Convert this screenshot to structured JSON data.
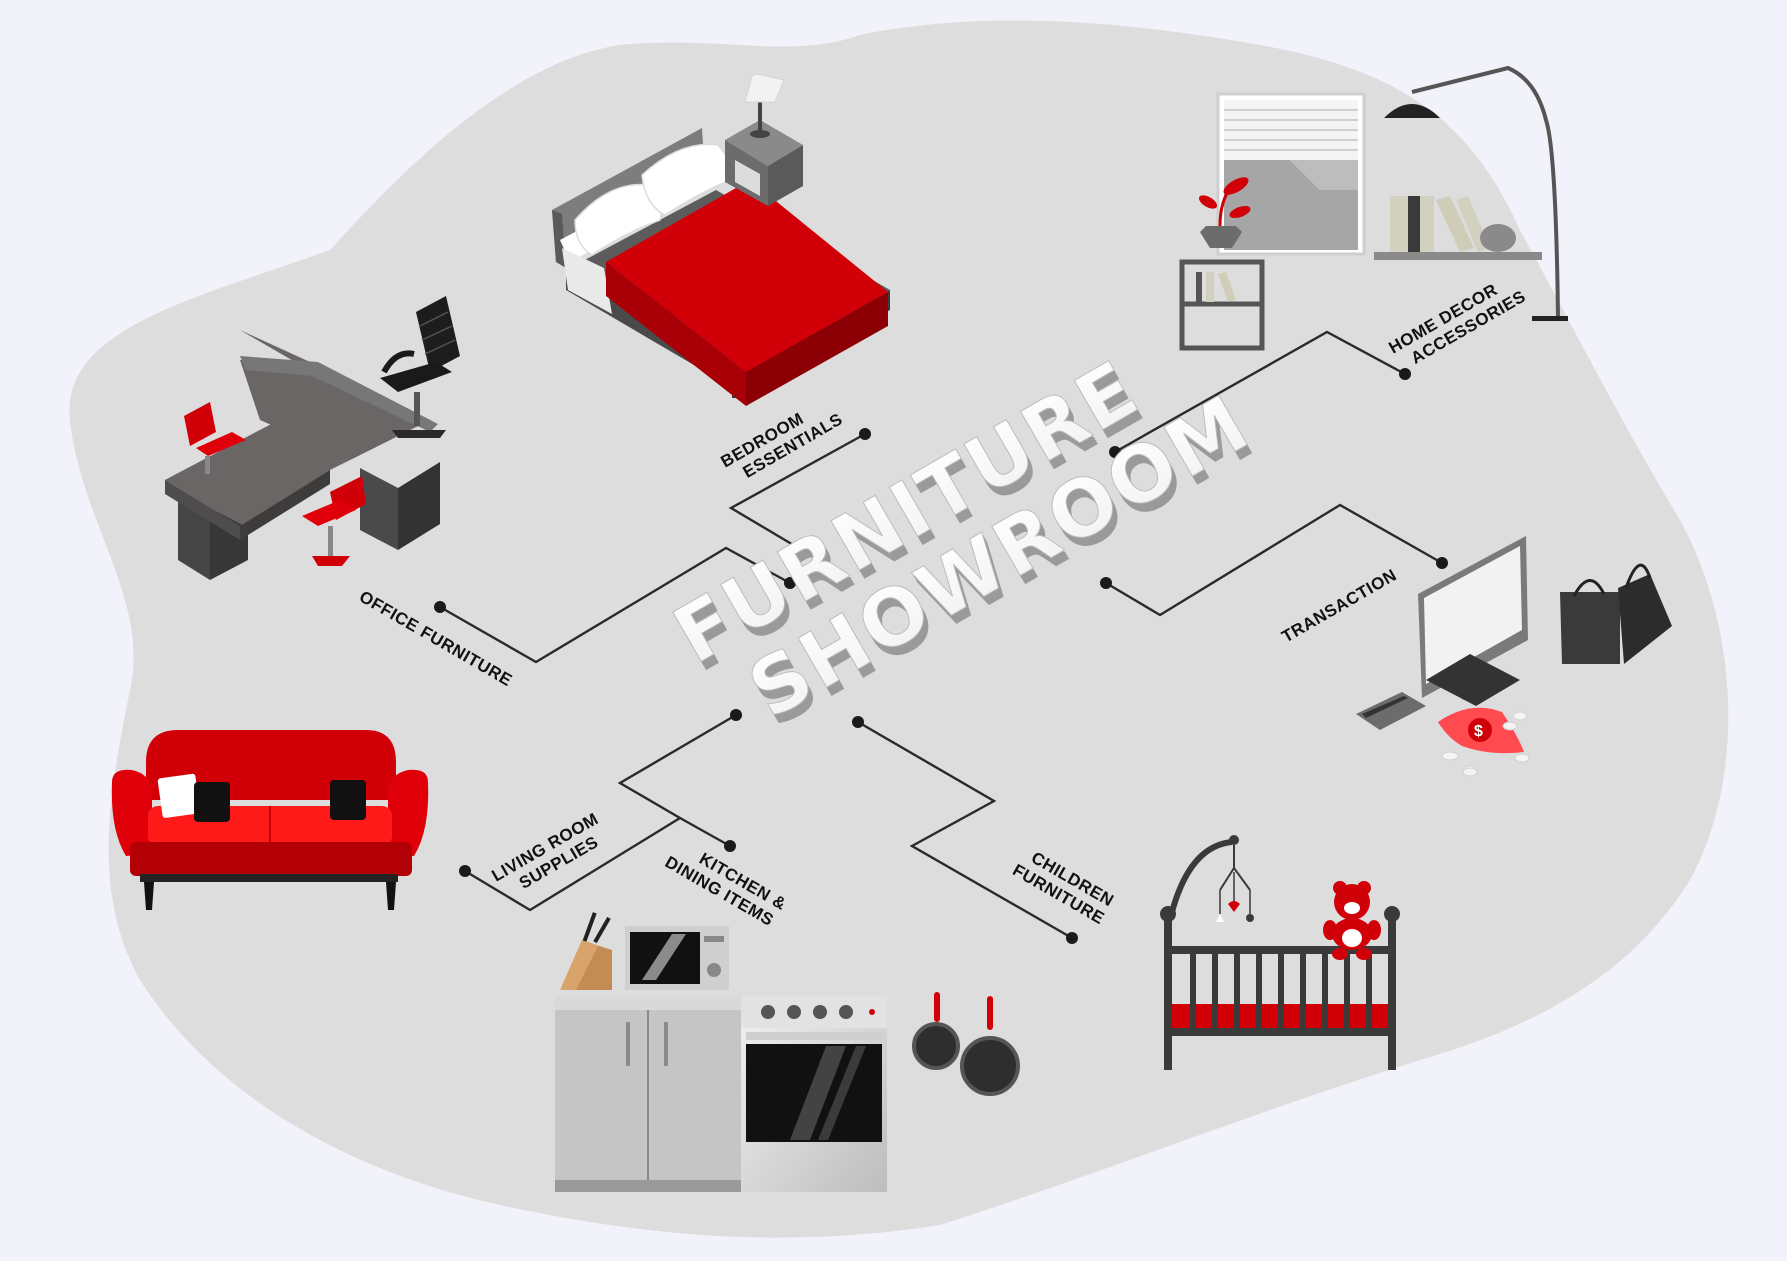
{
  "title": {
    "line1": "FURNITURE",
    "line2": "SHOWROOM"
  },
  "categories": {
    "bedroom": {
      "line1": "BEDROOM",
      "line2": "ESSENTIALS"
    },
    "home_decor": {
      "line1": "HOME DECOR",
      "line2": "ACCESSORIES"
    },
    "office": {
      "line1": "OFFICE FURNITURE"
    },
    "transaction": {
      "line1": "TRANSACTION"
    },
    "living_room": {
      "line1": "LIVING ROOM",
      "line2": "SUPPLIES"
    },
    "kitchen": {
      "line1": "KITCHEN &",
      "line2": "DINING ITEMS"
    },
    "children": {
      "line1": "CHILDREN",
      "line2": "FURNITURE"
    }
  },
  "icons": {
    "bed": "bed-icon",
    "lamp": "nightstand-lamp-icon",
    "desk": "office-desk-icon",
    "chair": "office-chair-icon",
    "shelf": "home-decor-shelf-icon",
    "floor_lamp": "floor-lamp-icon",
    "monitor": "computer-monitor-icon",
    "bags": "shopping-bags-icon",
    "card": "credit-card-icon",
    "money": "money-icon",
    "sofa": "sofa-icon",
    "kitchen": "kitchen-set-icon",
    "crib": "baby-crib-icon",
    "teddy": "teddy-bear-icon"
  },
  "colors": {
    "background": "#f1f2fa",
    "blob": "#dedddd",
    "accent_red": "#d10008",
    "dark_gray": "#3a3a3a",
    "connector": "#2a2a2a"
  }
}
